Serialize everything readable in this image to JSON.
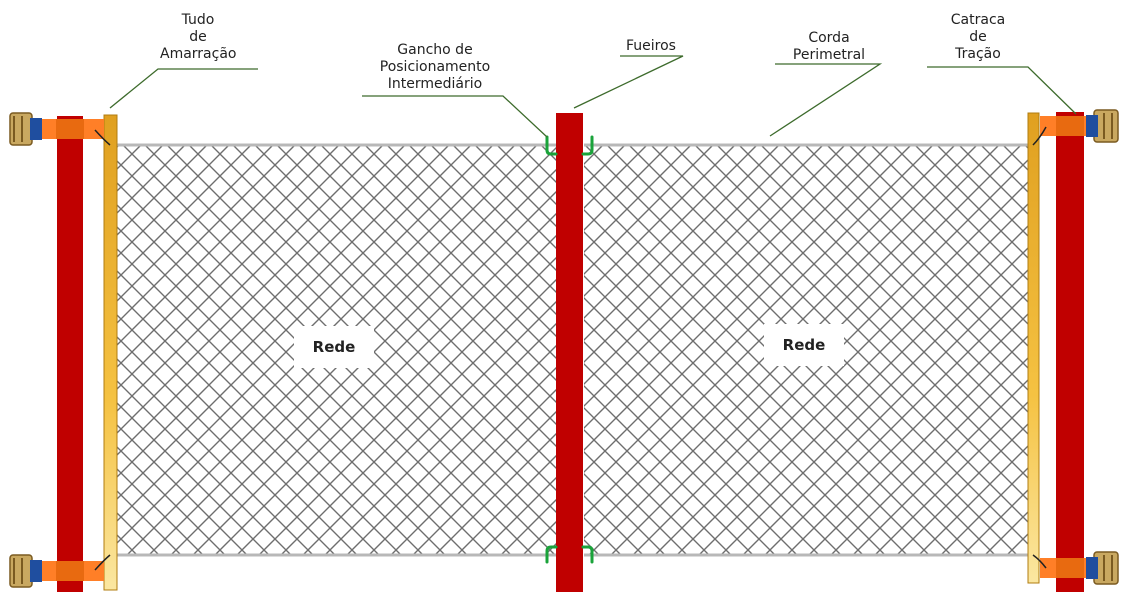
{
  "labels": {
    "lashing_tube": [
      "Tudo",
      "de",
      "Amarração"
    ],
    "hook": [
      "Gancho de",
      "Posicionamento",
      "Intermediário"
    ],
    "stakes": "Fueiros",
    "rope": [
      "Corda",
      "Perimetral"
    ],
    "ratchet": [
      "Catraca",
      "de",
      "Tração"
    ],
    "net_left": "Rede",
    "net_right": "Rede"
  },
  "colors": {
    "stake": "#c00000",
    "strap": "#ff7f27",
    "ratchet_blue": "#1f4e9f",
    "tube": "#f2b330",
    "hook": "#1aa33a",
    "net": "#6e6e6e",
    "leader": "#3d6b2c"
  }
}
